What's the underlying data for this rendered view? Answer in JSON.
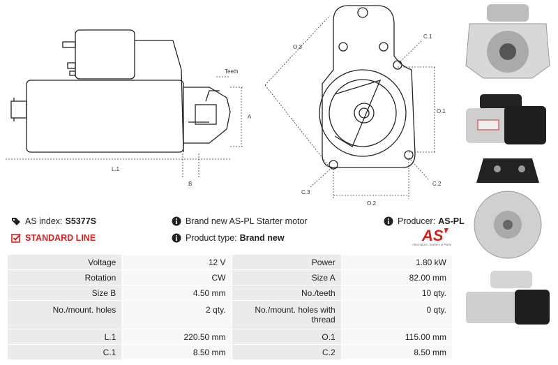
{
  "drawing_labels": {
    "teeth": "Teeth",
    "a": "A",
    "l1": "L.1",
    "b": "B",
    "o3": "O.3",
    "c1": "C.1",
    "o1": "O.1",
    "c3": "C.3",
    "c2": "C.2",
    "o2": "O.2"
  },
  "info": {
    "as_index_label": "AS index:",
    "as_index_value": "S5377S",
    "description": "Brand new AS-PL Starter motor",
    "producer_label": "Producer:",
    "producer_value": "AS-PL",
    "line": "STANDARD LINE",
    "product_type_label": "Product type:",
    "product_type_value": "Brand new"
  },
  "brand": {
    "logo": "AS",
    "tagline": "Alternators, Starters & Parts",
    "colors": {
      "accent": "#d42020"
    }
  },
  "icons": [
    "tag-icon",
    "check-square-icon",
    "info-icon"
  ],
  "specs": [
    [
      "Voltage",
      "12 V",
      "Power",
      "1.80 kW"
    ],
    [
      "Rotation",
      "CW",
      "Size A",
      "82.00 mm"
    ],
    [
      "Size B",
      "4.50 mm",
      "No./teeth",
      "10 qty."
    ],
    [
      "No./mount. holes",
      "2 qty.",
      "No./mount. holes with thread",
      "0 qty."
    ],
    [
      "L.1",
      "220.50 mm",
      "O.1",
      "115.00 mm"
    ],
    [
      "C.1",
      "8.50 mm",
      "C.2",
      "8.50 mm"
    ]
  ]
}
